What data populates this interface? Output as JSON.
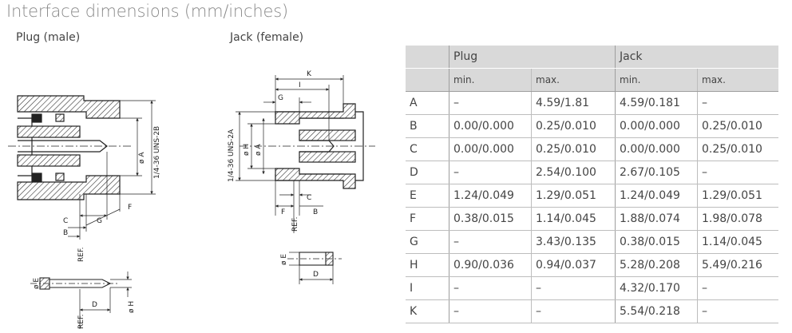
{
  "title": "Interface dimensions (mm/inches)",
  "plug_label": "Plug (male)",
  "jack_label": "Jack (female)",
  "figure_labels": {
    "plug": [
      "ø A",
      "1/4-36 UNS-2B",
      "C",
      "G",
      "F",
      "B",
      "REF.",
      "ø E",
      "D",
      "ø H",
      "REF."
    ],
    "jack": [
      "K",
      "I",
      "G",
      "1/4-36 UNS-2A",
      "ø H",
      "ø A",
      "C",
      "F",
      "B",
      "REF.",
      "ø E",
      "D"
    ]
  },
  "table": {
    "group_headers": [
      "Plug",
      "Jack"
    ],
    "sub_headers": [
      "min.",
      "max.",
      "min.",
      "max."
    ],
    "rows": [
      {
        "label": "A",
        "values": [
          "–",
          "4.59/1.81",
          "4.59/0.181",
          "–"
        ]
      },
      {
        "label": "B",
        "values": [
          "0.00/0.000",
          "0.25/0.010",
          "0.00/0.000",
          "0.25/0.010"
        ]
      },
      {
        "label": "C",
        "values": [
          "0.00/0.000",
          "0.25/0.010",
          "0.00/0.000",
          "0.25/0.010"
        ]
      },
      {
        "label": "D",
        "values": [
          "–",
          "2.54/0.100",
          "2.67/0.105",
          "–"
        ]
      },
      {
        "label": "E",
        "values": [
          "1.24/0.049",
          "1.29/0.051",
          "1.24/0.049",
          "1.29/0.051"
        ]
      },
      {
        "label": "F",
        "values": [
          "0.38/0.015",
          "1.14/0.045",
          "1.88/0.074",
          "1.98/0.078"
        ]
      },
      {
        "label": "G",
        "values": [
          "–",
          "3.43/0.135",
          "0.38/0.015",
          "1.14/0.045"
        ]
      },
      {
        "label": "H",
        "values": [
          "0.90/0.036",
          "0.94/0.037",
          "5.28/0.208",
          "5.49/0.216"
        ]
      },
      {
        "label": "I",
        "values": [
          "–",
          "–",
          "4.32/0.170",
          "–"
        ]
      },
      {
        "label": "K",
        "values": [
          "–",
          "–",
          "5.54/0.218",
          "–"
        ]
      }
    ]
  }
}
